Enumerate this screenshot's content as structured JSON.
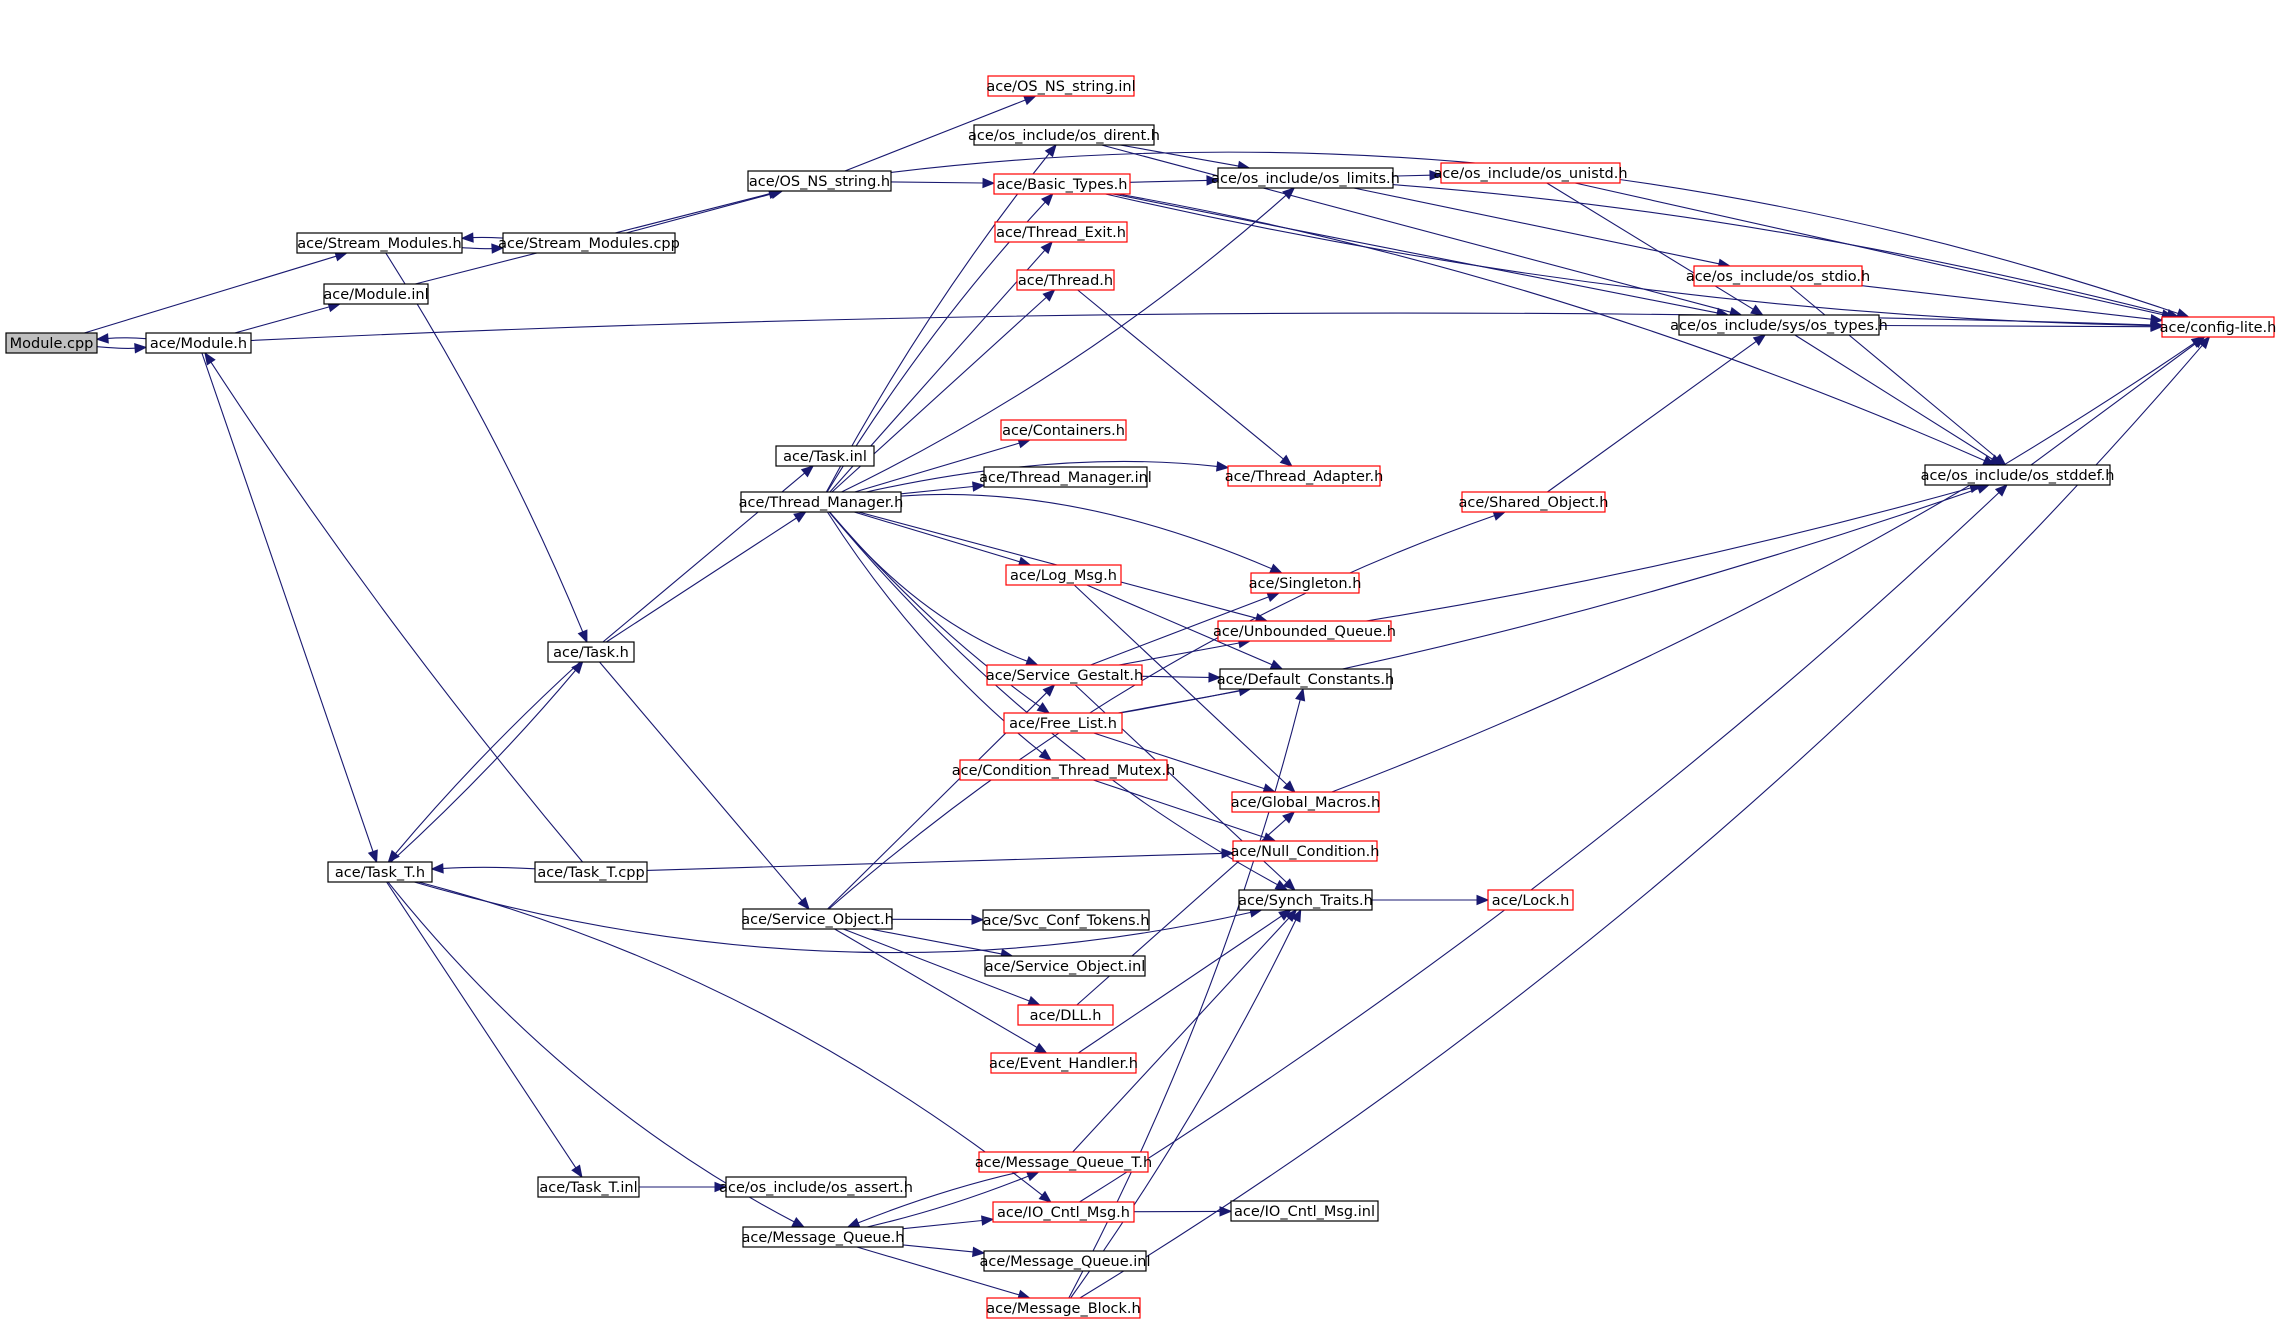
{
  "graph": {
    "root": "module_cpp",
    "nodes": [
      {
        "id": "module_cpp",
        "label": "Module.cpp",
        "style": "root"
      },
      {
        "id": "stream_modules_h",
        "label": "ace/Stream_Modules.h",
        "style": "black"
      },
      {
        "id": "stream_modules_cpp",
        "label": "ace/Stream_Modules.cpp",
        "style": "black"
      },
      {
        "id": "module_inl",
        "label": "ace/Module.inl",
        "style": "black"
      },
      {
        "id": "module_h",
        "label": "ace/Module.h",
        "style": "black"
      },
      {
        "id": "os_ns_string_h",
        "label": "ace/OS_NS_string.h",
        "style": "black"
      },
      {
        "id": "os_ns_string_inl",
        "label": "ace/OS_NS_string.inl",
        "style": "red"
      },
      {
        "id": "os_dirent_h",
        "label": "ace/os_include/os_dirent.h",
        "style": "black"
      },
      {
        "id": "basic_types_h",
        "label": "ace/Basic_Types.h",
        "style": "red"
      },
      {
        "id": "thread_exit_h",
        "label": "ace/Thread_Exit.h",
        "style": "red"
      },
      {
        "id": "thread_h",
        "label": "ace/Thread.h",
        "style": "red"
      },
      {
        "id": "os_limits_h",
        "label": "ace/os_include/os_limits.h",
        "style": "black"
      },
      {
        "id": "os_unistd_h",
        "label": "ace/os_include/os_unistd.h",
        "style": "red"
      },
      {
        "id": "os_stdio_h",
        "label": "ace/os_include/os_stdio.h",
        "style": "red"
      },
      {
        "id": "os_types_h",
        "label": "ace/os_include/sys/os_types.h",
        "style": "black"
      },
      {
        "id": "config_lite_h",
        "label": "ace/config-lite.h",
        "style": "red"
      },
      {
        "id": "os_stddef_h",
        "label": "ace/os_include/os_stddef.h",
        "style": "black"
      },
      {
        "id": "containers_h",
        "label": "ace/Containers.h",
        "style": "red"
      },
      {
        "id": "task_inl",
        "label": "ace/Task.inl",
        "style": "black"
      },
      {
        "id": "thread_manager_inl",
        "label": "ace/Thread_Manager.inl",
        "style": "black"
      },
      {
        "id": "thread_manager_h",
        "label": "ace/Thread_Manager.h",
        "style": "black"
      },
      {
        "id": "thread_adapter_h",
        "label": "ace/Thread_Adapter.h",
        "style": "red"
      },
      {
        "id": "shared_object_h",
        "label": "ace/Shared_Object.h",
        "style": "red"
      },
      {
        "id": "log_msg_h",
        "label": "ace/Log_Msg.h",
        "style": "red"
      },
      {
        "id": "singleton_h",
        "label": "ace/Singleton.h",
        "style": "red"
      },
      {
        "id": "unbounded_queue_h",
        "label": "ace/Unbounded_Queue.h",
        "style": "red"
      },
      {
        "id": "task_h",
        "label": "ace/Task.h",
        "style": "black"
      },
      {
        "id": "service_gestalt_h",
        "label": "ace/Service_Gestalt.h",
        "style": "red"
      },
      {
        "id": "default_constants_h",
        "label": "ace/Default_Constants.h",
        "style": "black"
      },
      {
        "id": "free_list_h",
        "label": "ace/Free_List.h",
        "style": "red"
      },
      {
        "id": "condition_thread_mutex_h",
        "label": "ace/Condition_Thread_Mutex.h",
        "style": "red"
      },
      {
        "id": "global_macros_h",
        "label": "ace/Global_Macros.h",
        "style": "red"
      },
      {
        "id": "null_condition_h",
        "label": "ace/Null_Condition.h",
        "style": "red"
      },
      {
        "id": "task_t_h",
        "label": "ace/Task_T.h",
        "style": "black"
      },
      {
        "id": "task_t_cpp",
        "label": "ace/Task_T.cpp",
        "style": "black"
      },
      {
        "id": "synch_traits_h",
        "label": "ace/Synch_Traits.h",
        "style": "black"
      },
      {
        "id": "lock_h",
        "label": "ace/Lock.h",
        "style": "red"
      },
      {
        "id": "service_object_h",
        "label": "ace/Service_Object.h",
        "style": "black"
      },
      {
        "id": "svc_conf_tokens_h",
        "label": "ace/Svc_Conf_Tokens.h",
        "style": "black"
      },
      {
        "id": "service_object_inl",
        "label": "ace/Service_Object.inl",
        "style": "black"
      },
      {
        "id": "dll_h",
        "label": "ace/DLL.h",
        "style": "red"
      },
      {
        "id": "event_handler_h",
        "label": "ace/Event_Handler.h",
        "style": "red"
      },
      {
        "id": "message_queue_t_h",
        "label": "ace/Message_Queue_T.h",
        "style": "red"
      },
      {
        "id": "task_t_inl",
        "label": "ace/Task_T.inl",
        "style": "black"
      },
      {
        "id": "os_assert_h",
        "label": "ace/os_include/os_assert.h",
        "style": "black"
      },
      {
        "id": "io_cntl_msg_h",
        "label": "ace/IO_Cntl_Msg.h",
        "style": "red"
      },
      {
        "id": "io_cntl_msg_inl",
        "label": "ace/IO_Cntl_Msg.inl",
        "style": "black"
      },
      {
        "id": "message_queue_h",
        "label": "ace/Message_Queue.h",
        "style": "black"
      },
      {
        "id": "message_queue_inl",
        "label": "ace/Message_Queue.inl",
        "style": "black"
      },
      {
        "id": "message_block_h",
        "label": "ace/Message_Block.h",
        "style": "red"
      }
    ],
    "edges": [
      [
        "module_cpp",
        "module_h"
      ],
      [
        "module_cpp",
        "stream_modules_h"
      ],
      [
        "module_h",
        "module_cpp"
      ],
      [
        "module_h",
        "module_inl"
      ],
      [
        "module_h",
        "task_t_h"
      ],
      [
        "module_h",
        "config_lite_h"
      ],
      [
        "module_inl",
        "os_ns_string_h"
      ],
      [
        "stream_modules_h",
        "stream_modules_cpp"
      ],
      [
        "stream_modules_h",
        "task_h"
      ],
      [
        "stream_modules_cpp",
        "stream_modules_h"
      ],
      [
        "stream_modules_cpp",
        "os_ns_string_h"
      ],
      [
        "os_ns_string_h",
        "os_ns_string_inl"
      ],
      [
        "os_ns_string_h",
        "basic_types_h"
      ],
      [
        "os_ns_string_h",
        "config_lite_h"
      ],
      [
        "os_dirent_h",
        "os_limits_h"
      ],
      [
        "os_dirent_h",
        "os_types_h"
      ],
      [
        "basic_types_h",
        "os_limits_h"
      ],
      [
        "basic_types_h",
        "os_types_h"
      ],
      [
        "basic_types_h",
        "os_stddef_h"
      ],
      [
        "basic_types_h",
        "config_lite_h"
      ],
      [
        "os_limits_h",
        "os_unistd_h"
      ],
      [
        "os_limits_h",
        "os_stdio_h"
      ],
      [
        "os_limits_h",
        "config_lite_h"
      ],
      [
        "os_unistd_h",
        "config_lite_h"
      ],
      [
        "os_unistd_h",
        "os_types_h"
      ],
      [
        "os_stdio_h",
        "config_lite_h"
      ],
      [
        "os_stdio_h",
        "os_stddef_h"
      ],
      [
        "os_types_h",
        "config_lite_h"
      ],
      [
        "os_types_h",
        "os_stddef_h"
      ],
      [
        "os_stddef_h",
        "config_lite_h"
      ],
      [
        "thread_h",
        "thread_adapter_h"
      ],
      [
        "thread_manager_h",
        "os_dirent_h"
      ],
      [
        "thread_manager_h",
        "basic_types_h"
      ],
      [
        "thread_manager_h",
        "thread_exit_h"
      ],
      [
        "thread_manager_h",
        "thread_h"
      ],
      [
        "thread_manager_h",
        "containers_h"
      ],
      [
        "thread_manager_h",
        "thread_manager_inl"
      ],
      [
        "thread_manager_h",
        "thread_adapter_h"
      ],
      [
        "thread_manager_h",
        "singleton_h"
      ],
      [
        "thread_manager_h",
        "unbounded_queue_h"
      ],
      [
        "thread_manager_h",
        "log_msg_h"
      ],
      [
        "thread_manager_h",
        "service_gestalt_h"
      ],
      [
        "thread_manager_h",
        "free_list_h"
      ],
      [
        "thread_manager_h",
        "condition_thread_mutex_h"
      ],
      [
        "thread_manager_h",
        "synch_traits_h"
      ],
      [
        "thread_manager_h",
        "os_limits_h"
      ],
      [
        "log_msg_h",
        "default_constants_h"
      ],
      [
        "log_msg_h",
        "global_macros_h"
      ],
      [
        "shared_object_h",
        "os_types_h"
      ],
      [
        "unbounded_queue_h",
        "os_stddef_h"
      ],
      [
        "task_h",
        "task_inl"
      ],
      [
        "task_h",
        "thread_manager_h"
      ],
      [
        "task_h",
        "task_t_h"
      ],
      [
        "task_h",
        "service_object_h"
      ],
      [
        "service_gestalt_h",
        "singleton_h"
      ],
      [
        "service_gestalt_h",
        "unbounded_queue_h"
      ],
      [
        "service_gestalt_h",
        "default_constants_h"
      ],
      [
        "service_gestalt_h",
        "synch_traits_h"
      ],
      [
        "free_list_h",
        "default_constants_h"
      ],
      [
        "free_list_h",
        "global_macros_h"
      ],
      [
        "free_list_h",
        "os_stddef_h"
      ],
      [
        "condition_thread_mutex_h",
        "null_condition_h"
      ],
      [
        "global_macros_h",
        "config_lite_h"
      ],
      [
        "task_t_h",
        "task_h"
      ],
      [
        "task_t_h",
        "synch_traits_h"
      ],
      [
        "task_t_h",
        "task_t_inl"
      ],
      [
        "task_t_h",
        "io_cntl_msg_h"
      ],
      [
        "task_t_h",
        "message_queue_h"
      ],
      [
        "task_t_cpp",
        "task_t_h"
      ],
      [
        "task_t_cpp",
        "module_h"
      ],
      [
        "task_t_cpp",
        "null_condition_h"
      ],
      [
        "synch_traits_h",
        "lock_h"
      ],
      [
        "service_object_h",
        "shared_object_h"
      ],
      [
        "service_object_h",
        "service_gestalt_h"
      ],
      [
        "service_object_h",
        "svc_conf_tokens_h"
      ],
      [
        "service_object_h",
        "service_object_inl"
      ],
      [
        "service_object_h",
        "dll_h"
      ],
      [
        "service_object_h",
        "event_handler_h"
      ],
      [
        "dll_h",
        "global_macros_h"
      ],
      [
        "event_handler_h",
        "synch_traits_h"
      ],
      [
        "task_t_inl",
        "os_assert_h"
      ],
      [
        "message_queue_t_h",
        "message_queue_h"
      ],
      [
        "message_queue_t_h",
        "synch_traits_h"
      ],
      [
        "io_cntl_msg_h",
        "io_cntl_msg_inl"
      ],
      [
        "io_cntl_msg_h",
        "os_stddef_h"
      ],
      [
        "message_queue_h",
        "message_queue_t_h"
      ],
      [
        "message_queue_h",
        "io_cntl_msg_h"
      ],
      [
        "message_queue_h",
        "message_queue_inl"
      ],
      [
        "message_queue_h",
        "message_block_h"
      ],
      [
        "message_block_h",
        "config_lite_h"
      ],
      [
        "message_block_h",
        "default_constants_h"
      ],
      [
        "message_block_h",
        "synch_traits_h"
      ]
    ]
  },
  "colors": {
    "edge": "#191970",
    "root_fill": "#bfbfbf",
    "node_fill": "#ffffff",
    "node_border_black": "#000000",
    "node_border_red": "#ff0000"
  }
}
